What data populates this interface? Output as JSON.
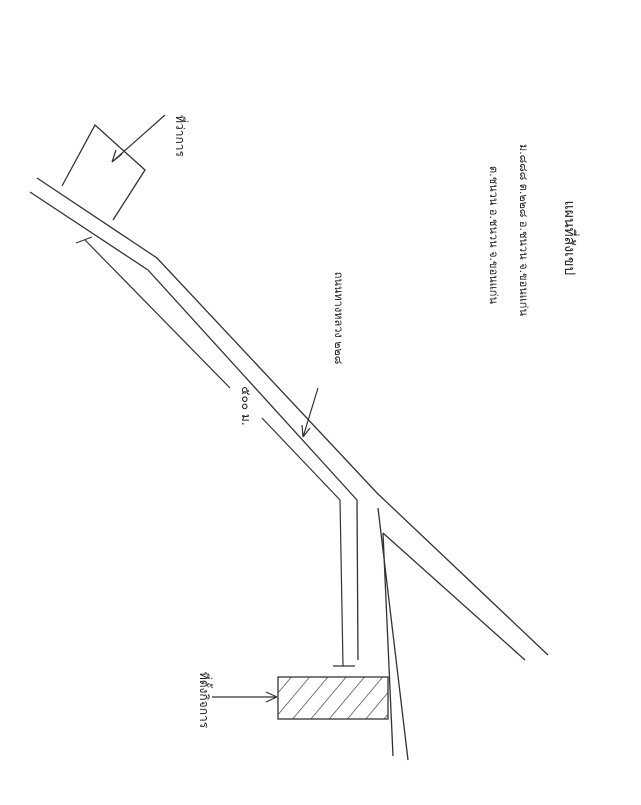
{
  "map": {
    "title": "แผนที่สังเขป",
    "address_line1": "ม.๘๘๘ ต.๒๒๘ อ.ชนวน จ.ขอนแก่น",
    "address_line2": "ต.ชนวน อ.ชนวน จ.ขอนแก่น",
    "road_label": "ถนนทางหลวง ๒๒๘",
    "distance_label": "๕๐๐ ม.",
    "landmark_top": "ที่ว่าการ",
    "landmark_bottom": "ที่ตั้งกิจการ"
  },
  "colors": {
    "ink": "#333333",
    "paper": "#ffffff"
  }
}
